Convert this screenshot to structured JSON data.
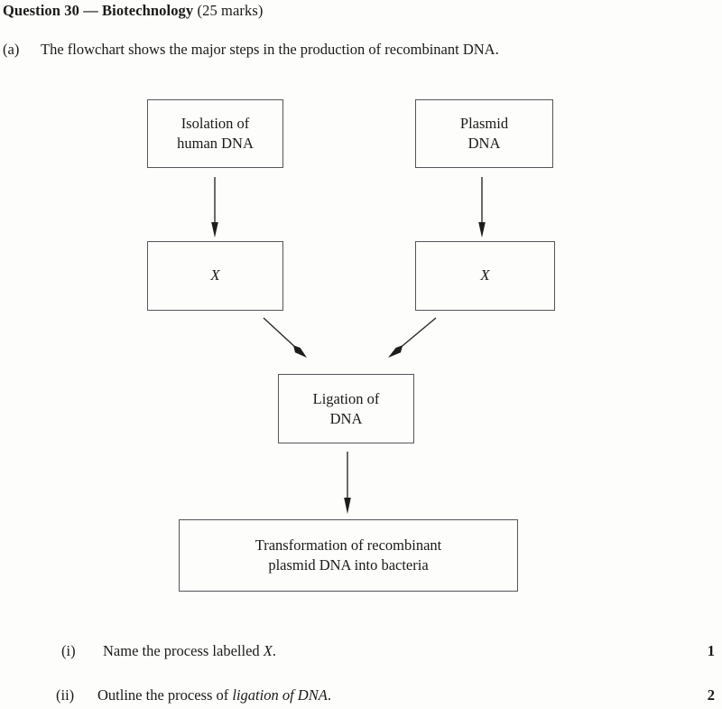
{
  "header": {
    "question_title": "Question 30 — Biotechnology",
    "marks": "(25 marks)"
  },
  "part_a": {
    "label": "(a)",
    "text": "The flowchart shows the major steps in the production of recombinant DNA."
  },
  "flowchart": {
    "boxes": [
      {
        "id": "isolation",
        "line1": "Isolation of",
        "line2": "human DNA"
      },
      {
        "id": "plasmid",
        "line1": "Plasmid",
        "line2": "DNA"
      },
      {
        "id": "x_left",
        "line1": "X"
      },
      {
        "id": "x_right",
        "line1": "X"
      },
      {
        "id": "ligation",
        "line1": "Ligation of",
        "line2": "DNA"
      },
      {
        "id": "transformation",
        "line1": "Transformation of recombinant",
        "line2": "plasmid DNA into bacteria"
      }
    ]
  },
  "sub_questions": [
    {
      "label": "(i)",
      "text_before": "Name the process labelled ",
      "italic": "X",
      "text_after": ".",
      "mark": "1"
    },
    {
      "label": "(ii)",
      "text_before": "Outline the process of ",
      "italic": "ligation of DNA",
      "text_after": ".",
      "mark": "2"
    }
  ],
  "colors": {
    "text": "#1a1a1a",
    "box_border": "#55565a",
    "page_background": "#fdfdfb"
  }
}
